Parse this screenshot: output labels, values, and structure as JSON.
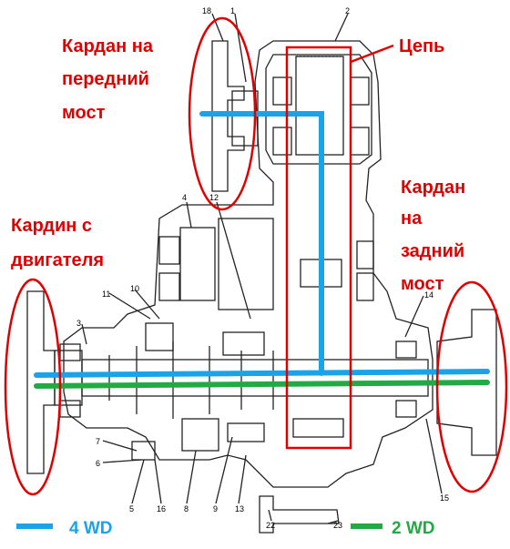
{
  "labels": {
    "front_shaft": [
      "Кардан на",
      "передний",
      "мост"
    ],
    "chain": "Цепь",
    "rear_shaft": [
      "Кардан",
      "на",
      "задний",
      "мост"
    ],
    "engine_shaft": [
      "Кардин с",
      "двигателя"
    ]
  },
  "part_numbers": [
    "18",
    "1",
    "2",
    "4",
    "12",
    "11",
    "10",
    "3",
    "14",
    "7",
    "6",
    "5",
    "16",
    "8",
    "9",
    "13",
    "15",
    "22",
    "23"
  ],
  "legend": {
    "four_wd": "4 WD",
    "two_wd": "2 WD"
  },
  "colors": {
    "annotation_red": "#e00000",
    "four_wd_blue": "#1aa3e8",
    "two_wd_green": "#22aa44",
    "drawing_ink": "#222222"
  }
}
